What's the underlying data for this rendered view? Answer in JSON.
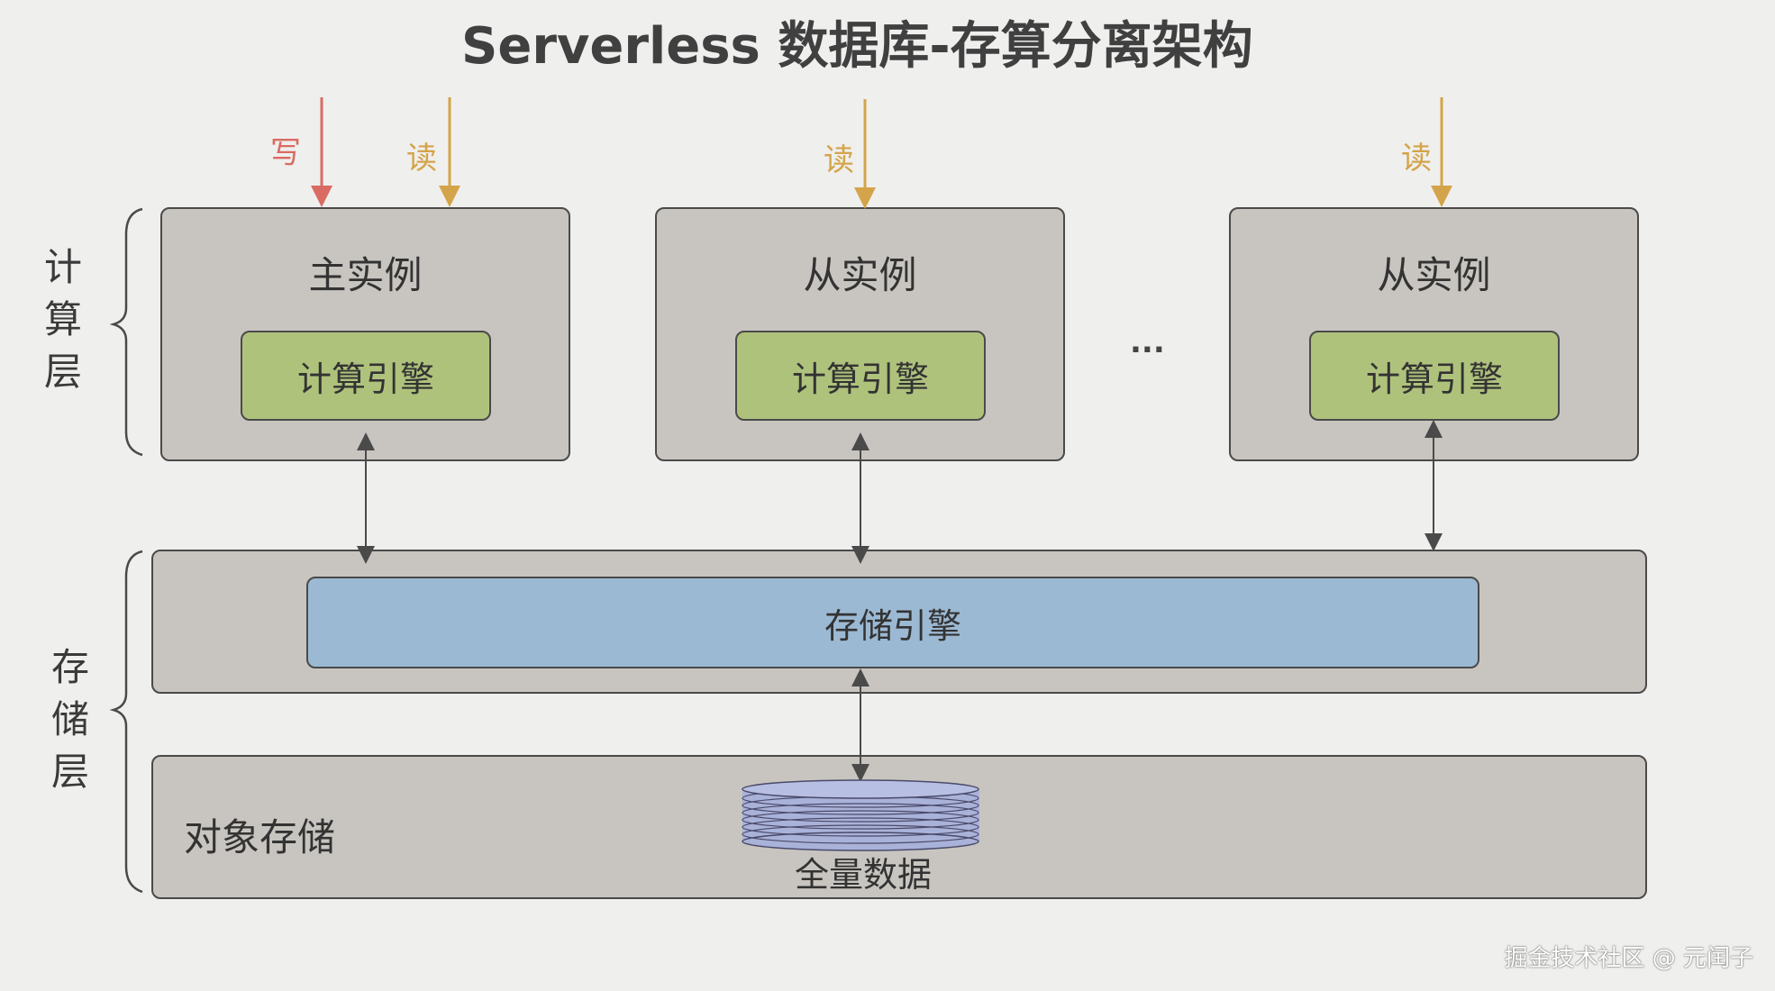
{
  "title": "Serverless 数据库-存算分离架构",
  "compute_layer_label": [
    "计",
    "算",
    "层"
  ],
  "storage_layer_label": [
    "存",
    "储",
    "层"
  ],
  "instances": [
    {
      "title": "主实例",
      "engine": "计算引擎"
    },
    {
      "title": "从实例",
      "engine": "计算引擎"
    },
    {
      "title": "从实例",
      "engine": "计算引擎"
    }
  ],
  "arrow_labels": {
    "write": "写",
    "read": "读"
  },
  "ellipsis": "...",
  "storage_engine": "存储引擎",
  "object_storage": "对象存储",
  "full_data": "全量数据",
  "watermark": "掘金技术社区 @ 元闰子",
  "colors": {
    "box": "#c8c5c0",
    "compute_engine": "#afc27c",
    "storage_engine": "#9cb9d3",
    "write_arrow": "#d96b62",
    "read_arrow": "#d4a44a",
    "disk": "#a9b2d8"
  }
}
